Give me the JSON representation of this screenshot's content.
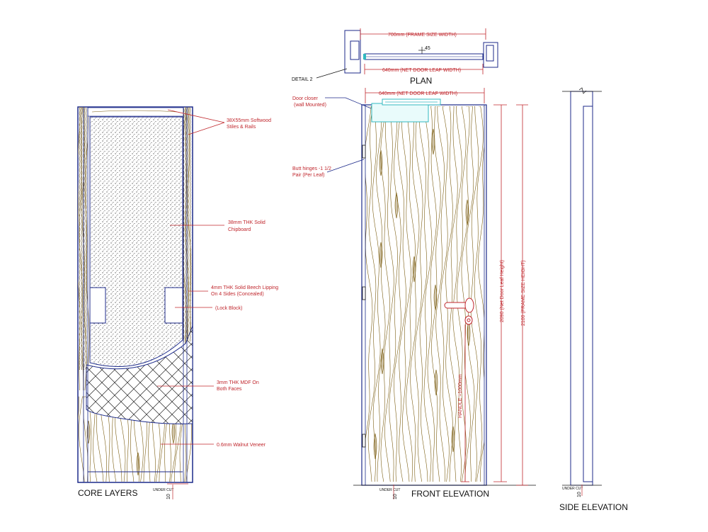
{
  "colors": {
    "outline": "#1c2a8a",
    "annotation": "#c0272d",
    "wood_grain": "#7a5c10",
    "closer": "#31b9c0",
    "text": "#111111"
  },
  "core_layers": {
    "title": "CORE LAYERS",
    "callouts": {
      "softwood": [
        "38X55mm Softwood",
        "Stiles & Rails"
      ],
      "chipboard": [
        "38mm THK Solid",
        "Chipboard"
      ],
      "lipping": [
        "4mm THK Solid Beech  Lipping",
        "On 4 Sides (Concealed)"
      ],
      "lock_block": "(Lock Block)",
      "mdf": [
        "3mm THK MDF On",
        "Both Faces"
      ],
      "veneer": "0.6mm  Walnut  Veneer"
    },
    "under_cut": "UNDER CUT",
    "under_cut_value": "10"
  },
  "plan": {
    "title": "PLAN",
    "frame_width": "700mm (FRAME SIZE WIDTH)",
    "leaf_width": "640mm  (NET DOOR LEAF WIDTH)",
    "angle": "45",
    "detail": "DETAIL 2"
  },
  "front_elevation": {
    "title": "FRONT ELEVATION",
    "leaf_width": "640mm  (NET DOOR LEAF WIDTH)",
    "door_closer": [
      "Door closer",
      "(wall Mounted)"
    ],
    "butt_hinges": [
      "Butt hinges -1  1/2",
      "Pair (Per Leaf)"
    ],
    "handle": "HANDLE =1000mm",
    "leaf_height": "2090  (Net Door  Leaf Height)",
    "frame_height": "2100  (FRAME SIZE  HEIGHT)",
    "under_cut": "UNDER CUT",
    "under_cut_value": "10"
  },
  "side_elevation": {
    "title": "SIDE ELEVATION",
    "under_cut": "UNDER CUT",
    "under_cut_value": "10"
  }
}
